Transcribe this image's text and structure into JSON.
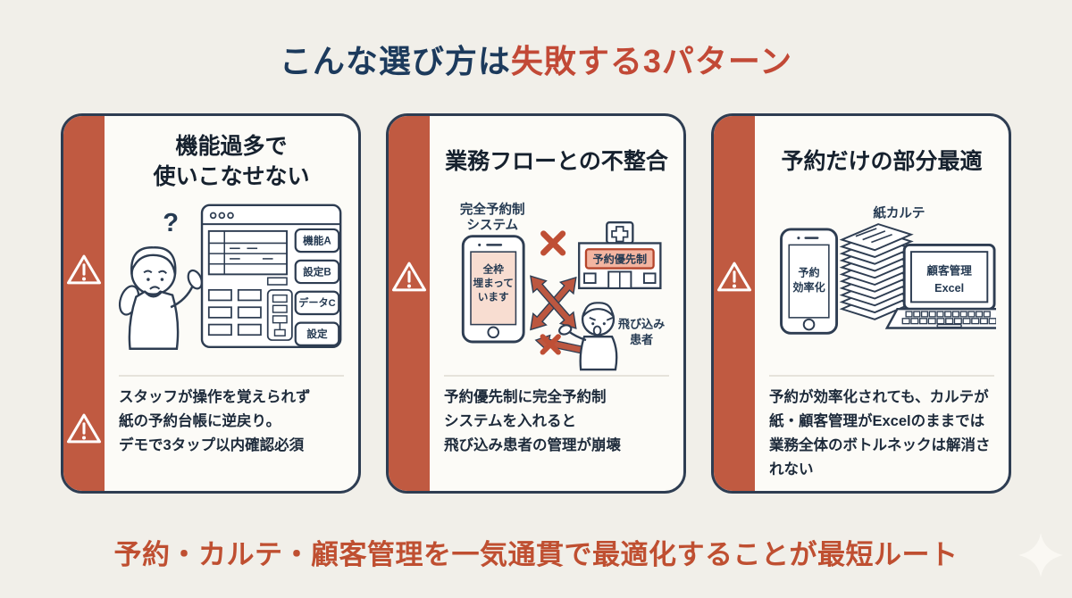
{
  "title": {
    "prefix": "こんな選び方は",
    "highlight": "失敗する3パターン"
  },
  "footer": {
    "text": "予約・カルテ・顧客管理を一気通貫で最適化することが最短ルート"
  },
  "colors": {
    "background": "#f1efe9",
    "card_background": "#fcfbf7",
    "card_border_navy": "#2e3d52",
    "sidebar_red": "#c05a41",
    "title_navy": "#1c3a5c",
    "title_highlight_red": "#c24936",
    "footer_red": "#bf4f31",
    "arrow_red": "#bc5740",
    "phone_screen_pink": "#f8ddd1",
    "hospital_sign_pink": "#f3b5a1",
    "hospital_sign_border": "#b5452c"
  },
  "cards": [
    {
      "title_lines": [
        "機能過多で",
        "使いこなせない"
      ],
      "description_lines": [
        "スタッフが操作を覚えられず",
        "紙の予約台帳に逆戻り。",
        "デモで3タップ以内確認必須"
      ],
      "illustration": {
        "question_mark": "?",
        "buttons": [
          "機能A",
          "設定B",
          "データC",
          "設定"
        ]
      }
    },
    {
      "title_lines": [
        "業務フローとの不整合"
      ],
      "description_lines": [
        "予約優先制に完全予約制",
        "システムを入れると",
        "飛び込み患者の管理が崩壊"
      ],
      "illustration": {
        "phone_label_lines": [
          "完全予約制",
          "システム"
        ],
        "phone_screen_lines": [
          "全枠",
          "埋まって",
          "います"
        ],
        "hospital_sign": "予約優先制",
        "patient_label_lines": [
          "飛び込み",
          "患者"
        ]
      }
    },
    {
      "title_lines": [
        "予約だけの部分最適"
      ],
      "description_lines": [
        "予約が効率化されても、カルテが",
        "紙・顧客管理がExcelのままでは",
        "業務全体のボトルネックは解消さ",
        "れない"
      ],
      "illustration": {
        "paper_label": "紙カルテ",
        "phone_screen_lines": [
          "予約",
          "効率化"
        ],
        "laptop_screen_lines": [
          "顧客管理",
          "Excel"
        ]
      }
    }
  ]
}
